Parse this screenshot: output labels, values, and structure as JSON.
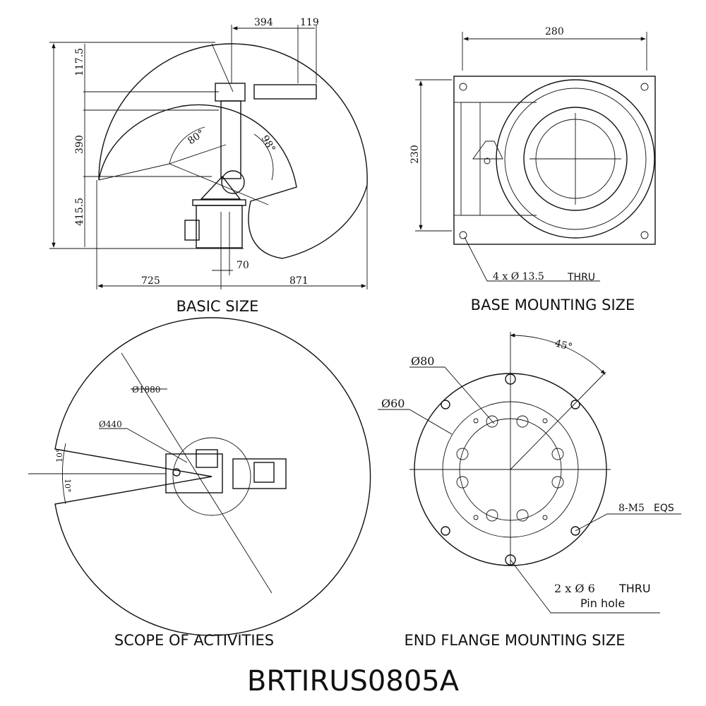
{
  "title": "BRTIRUS0805A",
  "basic_size": {
    "caption": "BASIC SIZE",
    "dims": {
      "d394": "394",
      "d119": "119",
      "d117_5": "117.5",
      "d390": "390",
      "d415_5": "415.5",
      "d725": "725",
      "d871": "871",
      "d70": "70",
      "a80": "80°",
      "a98": "98°"
    }
  },
  "base_mounting": {
    "caption": "BASE MOUNTING SIZE",
    "width": "280",
    "height": "230",
    "holes_label": "4 x Ø 13.5",
    "holes_suffix": "THRU"
  },
  "scope": {
    "caption": "SCOPE OF ACTIVITIES",
    "outer_dia": "Ø1880",
    "inner_dia": "Ø440",
    "angle_top": "10°",
    "angle_bottom": "10°"
  },
  "end_flange": {
    "caption": "END FLANGE MOUNTING SIZE",
    "angle": "45°",
    "dia80": "Ø80",
    "dia60": "Ø60",
    "thread_label": "8-M5",
    "thread_suffix": "EQS",
    "pin_label": "2 x Ø 6",
    "pin_suffix": "THRU",
    "pin_note": "Pin hole"
  }
}
